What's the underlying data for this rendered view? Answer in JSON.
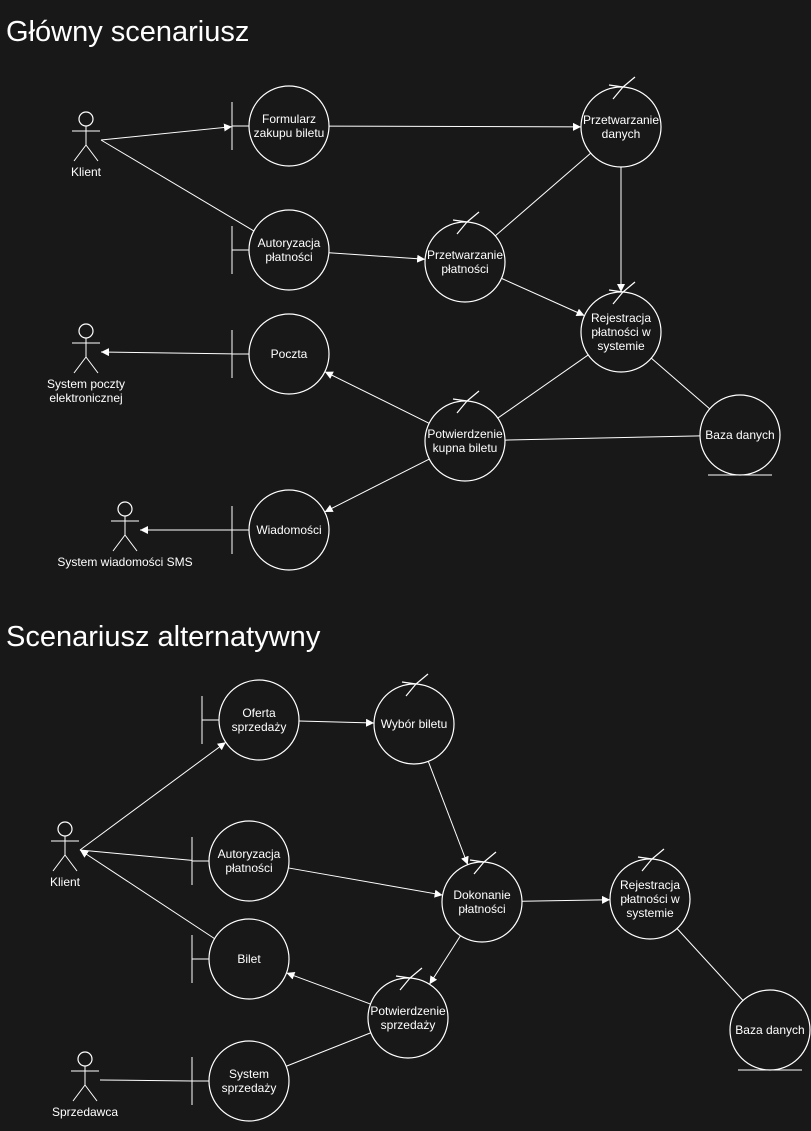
{
  "sections": [
    {
      "title": "Główny scenariusz",
      "nodes": [
        {
          "id": "m_klient",
          "type": "actor",
          "label": "Klient"
        },
        {
          "id": "m_poczta_sys",
          "type": "actor",
          "label": "System poczty elektronicznej"
        },
        {
          "id": "m_sms_sys",
          "type": "actor",
          "label": "System wiadomości SMS"
        },
        {
          "id": "m_formularz",
          "type": "boundary",
          "label": "Formularz zakupu biletu"
        },
        {
          "id": "m_autoryzacja",
          "type": "boundary",
          "label": "Autoryzacja płatności"
        },
        {
          "id": "m_poczta",
          "type": "boundary",
          "label": "Poczta"
        },
        {
          "id": "m_wiadomosci",
          "type": "boundary",
          "label": "Wiadomości"
        },
        {
          "id": "m_przetw_danych",
          "type": "control",
          "label": "Przetwarzanie danych"
        },
        {
          "id": "m_przetw_platnosci",
          "type": "control",
          "label": "Przetwarzanie płatności"
        },
        {
          "id": "m_rejestracja",
          "type": "control",
          "label": "Rejestracja płatności w systemie"
        },
        {
          "id": "m_potwierdzenie",
          "type": "control",
          "label": "Potwierdzenie kupna biletu"
        },
        {
          "id": "m_baza",
          "type": "entity",
          "label": "Baza danych"
        }
      ],
      "edges": [
        {
          "from": "m_klient",
          "to": "m_formularz",
          "arrow": true
        },
        {
          "from": "m_klient",
          "to": "m_autoryzacja",
          "arrow": false
        },
        {
          "from": "m_formularz",
          "to": "m_przetw_danych",
          "arrow": true
        },
        {
          "from": "m_autoryzacja",
          "to": "m_przetw_platnosci",
          "arrow": true
        },
        {
          "from": "m_przetw_platnosci",
          "to": "m_przetw_danych",
          "arrow": false
        },
        {
          "from": "m_przetw_danych",
          "to": "m_rejestracja",
          "arrow": true
        },
        {
          "from": "m_przetw_platnosci",
          "to": "m_rejestracja",
          "arrow": true
        },
        {
          "from": "m_rejestracja",
          "to": "m_baza",
          "arrow": false
        },
        {
          "from": "m_rejestracja",
          "to": "m_potwierdzenie",
          "arrow": false
        },
        {
          "from": "m_potwierdzenie",
          "to": "m_baza",
          "arrow": false
        },
        {
          "from": "m_potwierdzenie",
          "to": "m_poczta",
          "arrow": true
        },
        {
          "from": "m_potwierdzenie",
          "to": "m_wiadomosci",
          "arrow": true
        },
        {
          "from": "m_poczta",
          "to": "m_poczta_sys",
          "arrow": true
        },
        {
          "from": "m_wiadomosci",
          "to": "m_sms_sys",
          "arrow": true
        }
      ]
    },
    {
      "title": "Scenariusz alternatywny",
      "nodes": [
        {
          "id": "a_klient",
          "type": "actor",
          "label": "Klient"
        },
        {
          "id": "a_sprzedawca",
          "type": "actor",
          "label": "Sprzedawca"
        },
        {
          "id": "a_oferta",
          "type": "boundary",
          "label": "Oferta sprzedaży"
        },
        {
          "id": "a_autoryzacja",
          "type": "boundary",
          "label": "Autoryzacja płatności"
        },
        {
          "id": "a_bilet",
          "type": "boundary",
          "label": "Bilet"
        },
        {
          "id": "a_system",
          "type": "boundary",
          "label": "System sprzedaży"
        },
        {
          "id": "a_wybor",
          "type": "control",
          "label": "Wybór biletu"
        },
        {
          "id": "a_dokonanie",
          "type": "control",
          "label": "Dokonanie płatności"
        },
        {
          "id": "a_rejestracja",
          "type": "control",
          "label": "Rejestracja płatności w systemie"
        },
        {
          "id": "a_potwierdzenie",
          "type": "control",
          "label": "Potwierdzenie sprzedaży"
        },
        {
          "id": "a_baza",
          "type": "entity",
          "label": "Baza danych"
        }
      ],
      "edges": [
        {
          "from": "a_klient",
          "to": "a_oferta",
          "arrow": true
        },
        {
          "from": "a_klient",
          "to": "a_autoryzacja",
          "arrow": false
        },
        {
          "from": "a_bilet",
          "to": "a_klient",
          "arrow": true
        },
        {
          "from": "a_oferta",
          "to": "a_wybor",
          "arrow": true
        },
        {
          "from": "a_wybor",
          "to": "a_dokonanie",
          "arrow": true
        },
        {
          "from": "a_autoryzacja",
          "to": "a_dokonanie",
          "arrow": true
        },
        {
          "from": "a_dokonanie",
          "to": "a_rejestracja",
          "arrow": true
        },
        {
          "from": "a_rejestracja",
          "to": "a_baza",
          "arrow": false
        },
        {
          "from": "a_dokonanie",
          "to": "a_potwierdzenie",
          "arrow": true
        },
        {
          "from": "a_potwierdzenie",
          "to": "a_bilet",
          "arrow": true
        },
        {
          "from": "a_potwierdzenie",
          "to": "a_system",
          "arrow": false
        },
        {
          "from": "a_sprzedawca",
          "to": "a_system",
          "arrow": false
        }
      ]
    }
  ]
}
